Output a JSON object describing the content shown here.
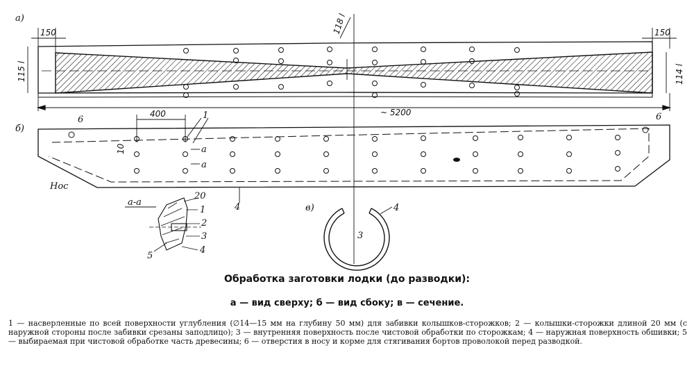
{
  "views": {
    "a": "а)",
    "b": "б)",
    "v": "в)"
  },
  "dims": {
    "left_end": "150",
    "right_end": "150",
    "height_left": "115 l",
    "height_right": "114 l",
    "center_gap": "118 l",
    "total_length": "~ 5200",
    "spacing": "400",
    "depth": "10"
  },
  "labels": {
    "nose": "Нос",
    "hole": "6",
    "pos1": "1",
    "pos2": "2",
    "pos3": "3",
    "pos4": "4",
    "pos5": "5",
    "pos20": "20",
    "section_a": "а",
    "section_aa": "а-а"
  },
  "caption": {
    "title": "Обработка заготовки лодки (до разводки):",
    "subtitle": "а — вид сверху; б — вид сбоку; в — сечение.",
    "legend": "1 — насверленные по всей поверхности углубления (∅14—15 мм на глубину 50 мм) для забивки колышков-сторожков; 2 — колышки-сторожки длиной 20 мм (с наружной стороны после забивки срезаны заподлицо); 3 — внутренняя поверхность после чистовой обработки по сторожкам; 4 — наружная поверхность обшивки; 5 — выбираемая при чистовой обработке часть древесины; 6 — отверстия в носу и корме для стягивания бортов проволокой перед разводкой."
  },
  "colors": {
    "ink": "#111111",
    "paper": "#ffffff"
  }
}
